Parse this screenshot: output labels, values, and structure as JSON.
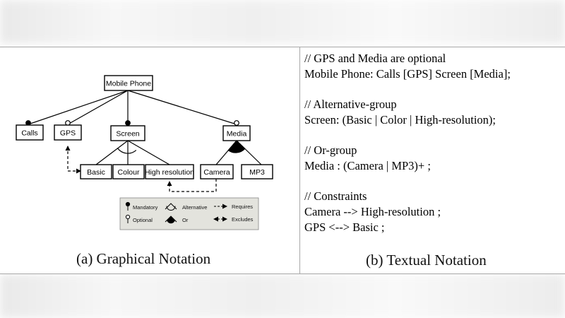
{
  "graphical": {
    "caption": "(a) Graphical Notation",
    "features": {
      "mobile_phone": "Mobile Phone",
      "calls": "Calls",
      "gps": "GPS",
      "screen": "Screen",
      "media": "Media",
      "basic": "Basic",
      "colour": "Colour",
      "high_resolution": "High resolution",
      "camera": "Camera",
      "mp3": "MP3"
    },
    "legend": {
      "mandatory": "Mandatory",
      "optional": "Optional",
      "alternative": "Alternative",
      "or": "Or",
      "requires": "Requires",
      "excludes": "Excludes"
    }
  },
  "textual": {
    "caption": "(b) Textual Notation",
    "lines": [
      "// GPS and Media are optional",
      "Mobile  Phone: Calls [GPS] Screen [Media];",
      "",
      " // Alternative-group",
      "Screen: (Basic | Color | High-resolution);",
      "",
      "// Or-group",
      "Media : (Camera | MP3)+ ;",
      "",
      "// Constraints",
      "Camera --> High-resolution ;",
      "GPS <--> Basic ;"
    ]
  },
  "colors": {
    "line": "#000000",
    "legend_bg": "#e3e3dd",
    "divider": "#a8a8a8"
  }
}
